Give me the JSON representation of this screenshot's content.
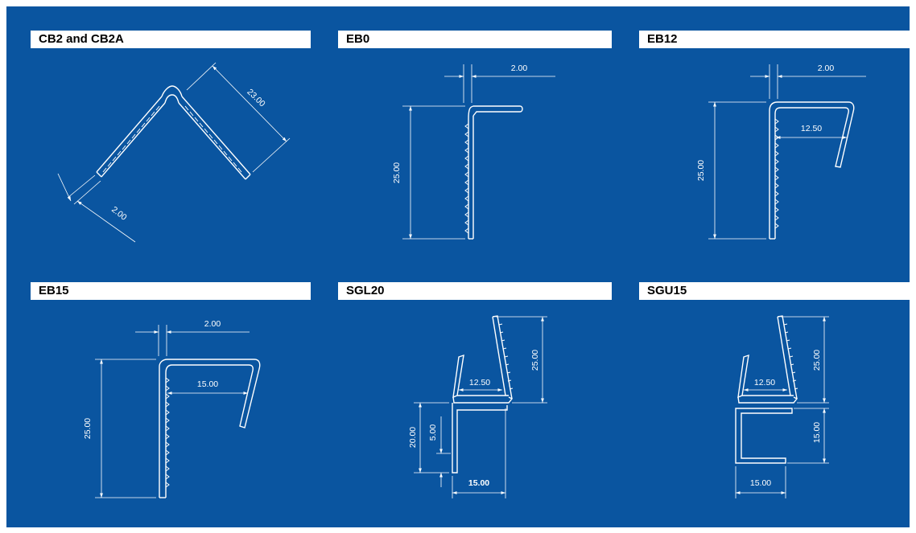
{
  "colors": {
    "background": "#0a55a0",
    "title_bar": "#ffffff",
    "lines": "#ffffff"
  },
  "panels": [
    {
      "id": "cb2",
      "title": "CB2 and CB2A",
      "dims": {
        "length": "23.00",
        "thickness": "2.00"
      }
    },
    {
      "id": "eb0",
      "title": "EB0",
      "dims": {
        "thickness": "2.00",
        "height": "25.00"
      }
    },
    {
      "id": "eb12",
      "title": "EB12",
      "dims": {
        "thickness": "2.00",
        "height": "25.00",
        "lip": "12.50"
      }
    },
    {
      "id": "eb15",
      "title": "EB15",
      "dims": {
        "thickness": "2.00",
        "height": "25.00",
        "lip": "15.00"
      }
    },
    {
      "id": "sgl20",
      "title": "SGL20",
      "dims": {
        "upper": "25.00",
        "gap": "12.50",
        "lower": "20.00",
        "step": "5.00",
        "base": "15.00"
      }
    },
    {
      "id": "sgu15",
      "title": "SGU15",
      "dims": {
        "upper": "25.00",
        "gap": "12.50",
        "lower": "15.00",
        "base": "15.00"
      }
    }
  ]
}
